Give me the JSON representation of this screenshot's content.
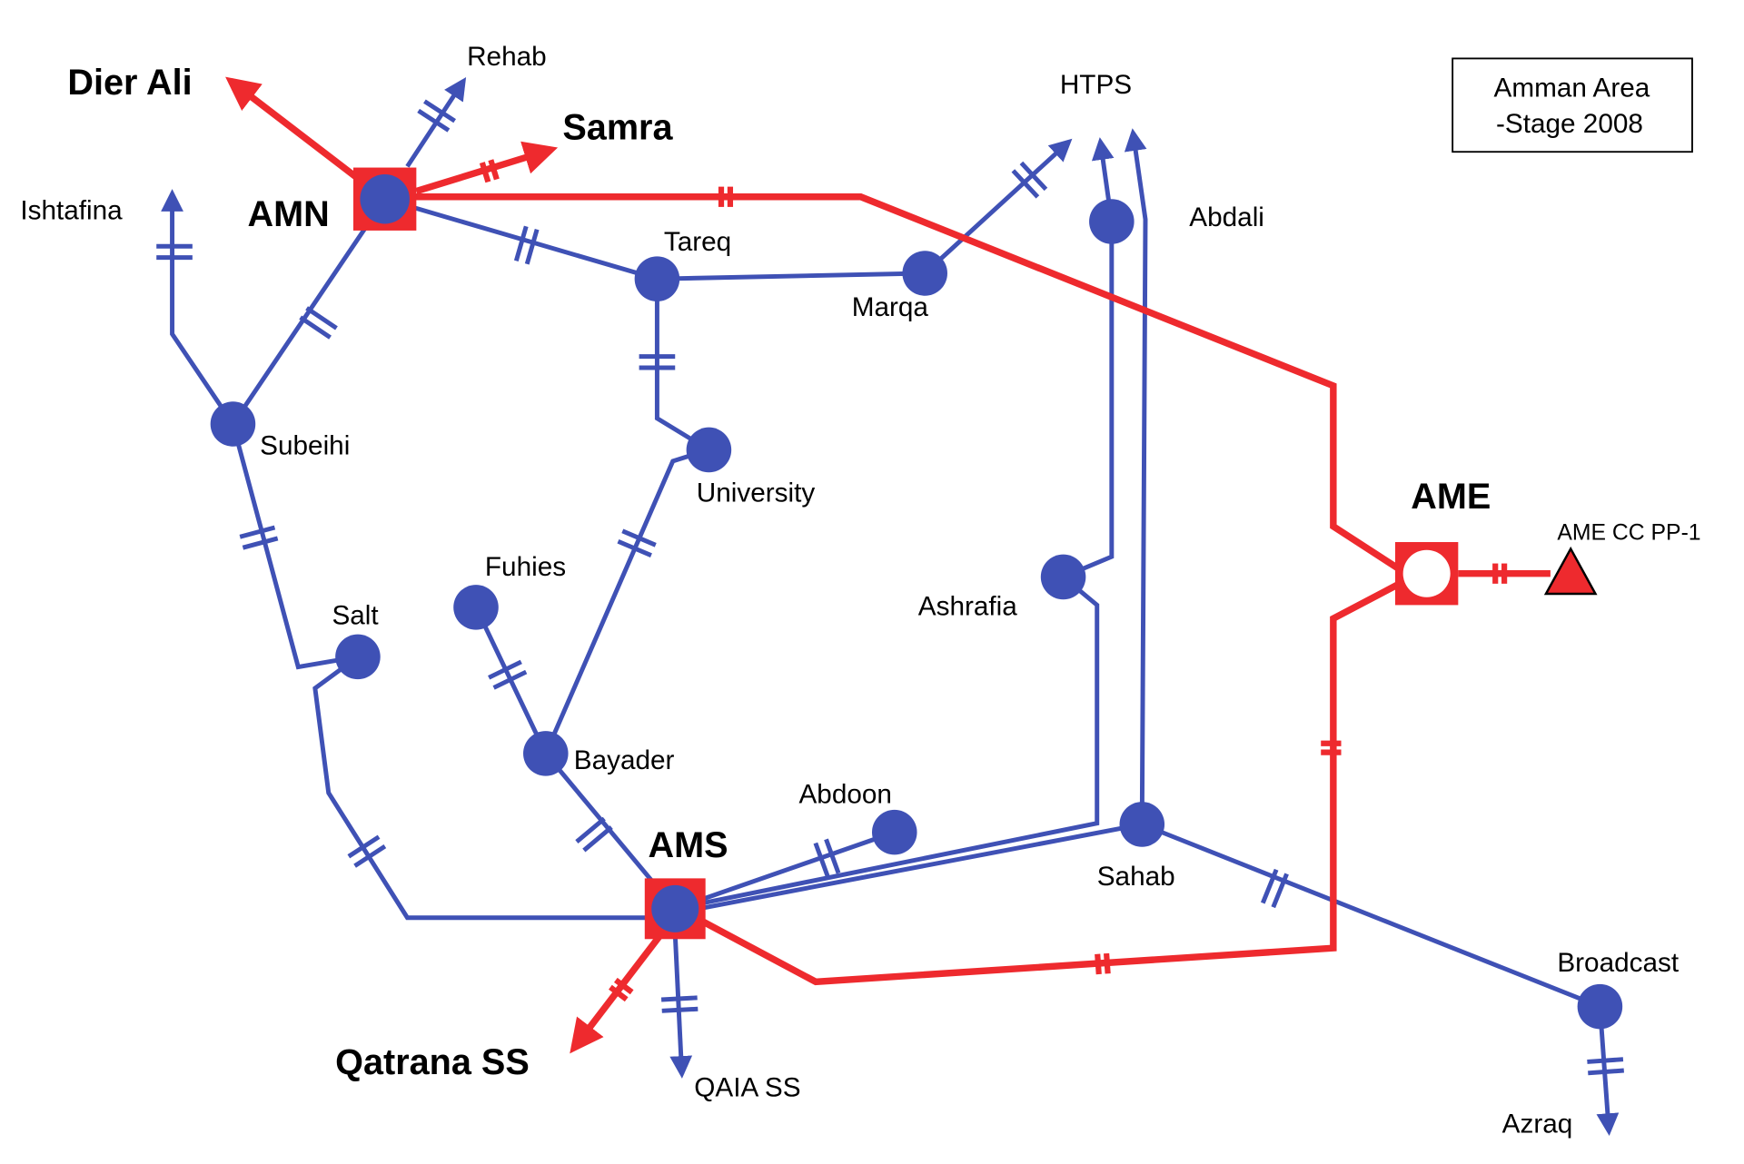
{
  "title": "Amman Area -Stage 2008",
  "legend": {
    "line1": "Amman Area",
    "line2": "-Stage 2008"
  },
  "colors": {
    "existing_line": "#3f51b5",
    "new_line": "#ee2a2e",
    "text": "#000000"
  },
  "major_substations": {
    "amn": "AMN",
    "ams": "AMS",
    "ame": "AME"
  },
  "external_links": {
    "dier_ali": "Dier Ali",
    "samra": "Samra",
    "qatrana": "Qatrana SS",
    "rehab": "Rehab",
    "htps": "HTPS",
    "ishtafina": "Ishtafina",
    "qaia": "QAIA SS",
    "azraq": "Azraq"
  },
  "power_plant": "AME CC PP-1",
  "substations": {
    "tareq": "Tareq",
    "marqa": "Marqa",
    "abdali": "Abdali",
    "subeihi": "Subeihi",
    "university": "University",
    "fuhies": "Fuhies",
    "salt": "Salt",
    "bayader": "Bayader",
    "abdoon": "Abdoon",
    "ashrafia": "Ashrafia",
    "sahab": "Sahab",
    "broadcast": "Broadcast"
  }
}
